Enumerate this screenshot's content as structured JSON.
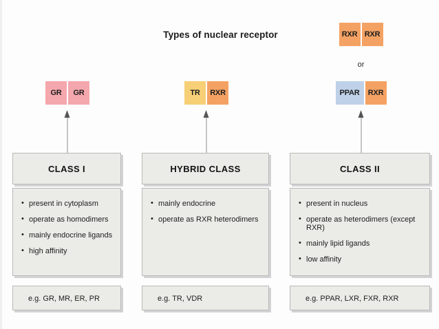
{
  "title": "Types of nuclear receptor",
  "or_label": "or",
  "columns": [
    {
      "id": "class-i",
      "heading": "CLASS I",
      "dimers": [
        {
          "units": [
            {
              "label": "GR",
              "color": "#f4a7ad"
            },
            {
              "label": "GR",
              "color": "#f4a7ad"
            }
          ]
        }
      ],
      "bullets": [
        "present in cytoplasm",
        "operate as homodimers",
        "mainly endocrine ligands",
        "high affinity"
      ],
      "example": "e.g. GR, MR, ER, PR"
    },
    {
      "id": "hybrid",
      "heading": "HYBRID CLASS",
      "dimers": [
        {
          "units": [
            {
              "label": "TR",
              "color": "#f7cf76"
            },
            {
              "label": "RXR",
              "color": "#f4a264"
            }
          ]
        }
      ],
      "bullets": [
        "mainly endocrine",
        "operate as RXR heterodimers"
      ],
      "example": "e.g. TR, VDR"
    },
    {
      "id": "class-ii",
      "heading": "CLASS II",
      "dimers": [
        {
          "units": [
            {
              "label": "RXR",
              "color": "#f4a264"
            },
            {
              "label": "RXR",
              "color": "#f4a264"
            }
          ]
        },
        {
          "units": [
            {
              "label": "PPAR",
              "color": "#bed1e9"
            },
            {
              "label": "RXR",
              "color": "#f4a264"
            }
          ]
        }
      ],
      "bullets": [
        "present in nucleus",
        "operate as heterodimers (except RXR)",
        "mainly lipid ligands",
        "low affinity"
      ],
      "example": "e.g. PPAR, LXR, FXR, RXR"
    }
  ]
}
